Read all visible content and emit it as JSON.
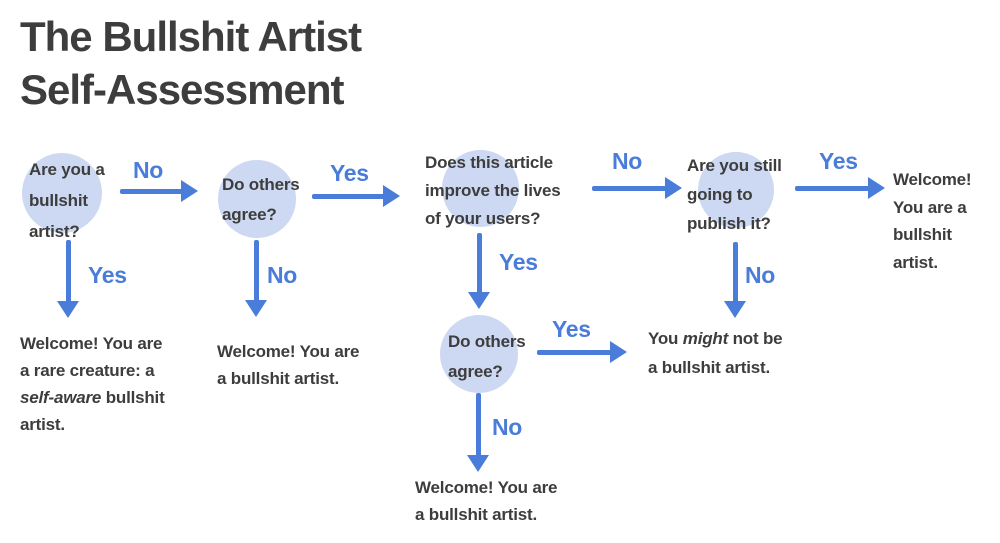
{
  "title": {
    "line1": "The Bullshit Artist",
    "line2": "Self-Assessment"
  },
  "colors": {
    "arrow_blue": "#4a7cd9",
    "circle_fill": "#cdd9f2",
    "text_dark": "#3d3d3d",
    "background": "#ffffff"
  },
  "nodes": {
    "q1": {
      "lines": [
        "Are you a",
        "bullshit",
        "artist?"
      ]
    },
    "q2": {
      "lines": [
        "Do others",
        "agree?"
      ]
    },
    "q3": {
      "lines": [
        "Does this article",
        "improve the lives",
        "of your users?"
      ]
    },
    "q4": {
      "lines": [
        "Are you still",
        "going to",
        "publish it?"
      ]
    },
    "q5": {
      "lines": [
        "Do others",
        "agree?"
      ]
    }
  },
  "edges": {
    "q1_no": "No",
    "q1_yes": "Yes",
    "q2_yes": "Yes",
    "q2_no": "No",
    "q3_no": "No",
    "q3_yes": "Yes",
    "q4_yes": "Yes",
    "q4_no": "No",
    "q5_yes": "Yes",
    "q5_no": "No"
  },
  "outcomes": {
    "self_aware": {
      "line1": "Welcome! You are",
      "line2": "a rare creature: a",
      "line3_italic": "self-aware",
      "line3_rest": " bullshit",
      "line4": "artist."
    },
    "bullshit_left": {
      "line1": "Welcome! You are",
      "line2": "a bullshit artist."
    },
    "bullshit_right": {
      "line1": "Welcome!",
      "line2": "You are a",
      "line3": "bullshit",
      "line4": "artist."
    },
    "might_not": {
      "line1_pre": "You ",
      "line1_italic": "might",
      "line1_rest": " not be",
      "line2": "a bullshit artist."
    },
    "bullshit_bottom": {
      "line1": "Welcome! You are",
      "line2": "a bullshit artist."
    }
  }
}
